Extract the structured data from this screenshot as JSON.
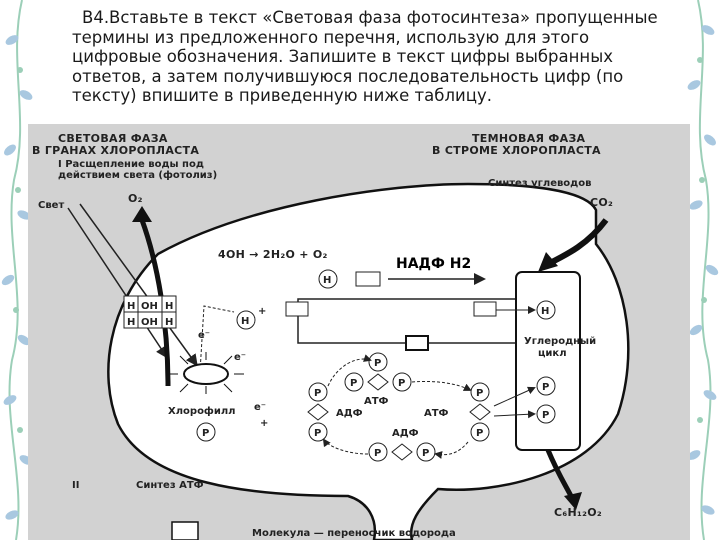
{
  "task": {
    "line1": "В4.Вставьте в текст «Световая фаза фотосинтеза» пропущенные",
    "line2": "термины из предложенного перечня, использую для этого",
    "line3": "цифровые обозначения. Запишите в текст цифры выбранных",
    "line4": "ответов, а затем получившуюся последовательность цифр (по",
    "line5": "тексту)  впишите в приведенную ниже таблицу."
  },
  "diagram": {
    "light_title_1": "СВЕТОВАЯ ФАЗА",
    "light_title_2": "В ГРАНАХ ХЛОРОПЛАСТА",
    "stage1_1": "I Расщепление воды под",
    "stage1_2": "действием света (фотолиз)",
    "dark_title_1": "ТЕМНОВАЯ ФАЗА",
    "dark_title_2": "В СТРОМЕ ХЛОРОПЛАСТА",
    "carb_synthesis": "Синтез углеводов",
    "light": "Свет",
    "o2": "O₂",
    "co2": "CO₂",
    "equation": "4OH → 2H₂O + O₂",
    "nadph": "НАДФ Н2",
    "h": "Н",
    "oh": "ОН",
    "carbon_cycle_1": "Углеродный",
    "carbon_cycle_2": "цикл",
    "chlorophyll": "Хлорофилл",
    "electron": "e⁻",
    "plus": "+",
    "p": "Р",
    "atp": "АТФ",
    "adp": "АДФ",
    "stage2": "II",
    "atp_synthesis": "Синтез АТФ",
    "glucose": "C₆H₁₂O₂",
    "legend": "Молекула — переносчик водорода"
  },
  "colors": {
    "diagram_bg": "#d2d2d2",
    "decor_green": "#9ccfb8",
    "decor_blue": "#a9c8e0"
  }
}
